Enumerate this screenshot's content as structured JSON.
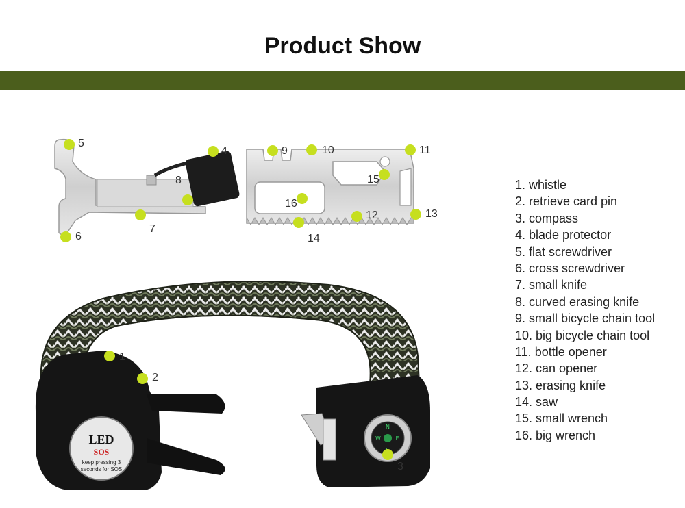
{
  "header": {
    "title": "Product Show"
  },
  "brand_colors": {
    "band": "#4b5e1c",
    "marker": "#c6df1f"
  },
  "legend": {
    "items": [
      "1. whistle",
      "2. retrieve card pin",
      "3. compass",
      "4. blade protector",
      "5. flat screwdriver",
      "6. cross screwdriver",
      "7. small knife",
      "8. curved erasing knife",
      "9. small bicycle chain tool",
      "10. big bicycle chain tool",
      "11. bottle opener",
      "12. can opener",
      "13. erasing knife",
      "14. saw",
      "15. small wrench",
      "16. big wrench"
    ]
  },
  "callouts": [
    "1",
    "2",
    "3",
    "4",
    "5",
    "6",
    "7",
    "8",
    "9",
    "10",
    "11",
    "12",
    "13",
    "14",
    "15",
    "16"
  ],
  "device_text": {
    "led": "LED",
    "sos": "SOS",
    "hint_line1": "keep pressing 3",
    "hint_line2": "seconds for SOS"
  },
  "compass_letters": {
    "n": "N",
    "e": "E",
    "s": "S",
    "w": "W"
  }
}
